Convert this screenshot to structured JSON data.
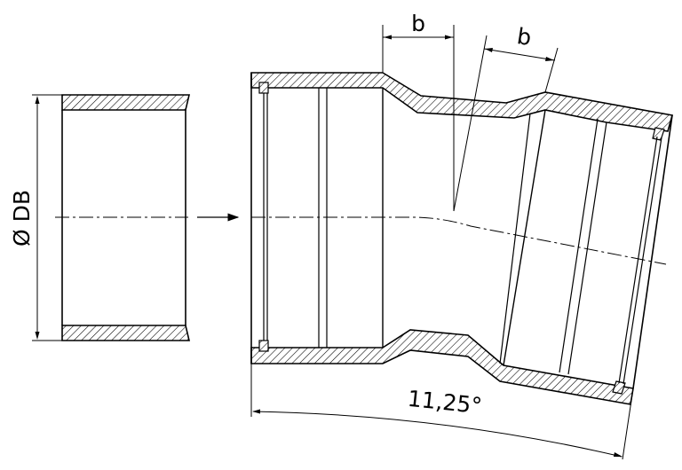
{
  "labels": {
    "diameter": "Ø DB",
    "dim_b_first": "b",
    "dim_b_second": "b",
    "angle": "11,25°"
  }
}
